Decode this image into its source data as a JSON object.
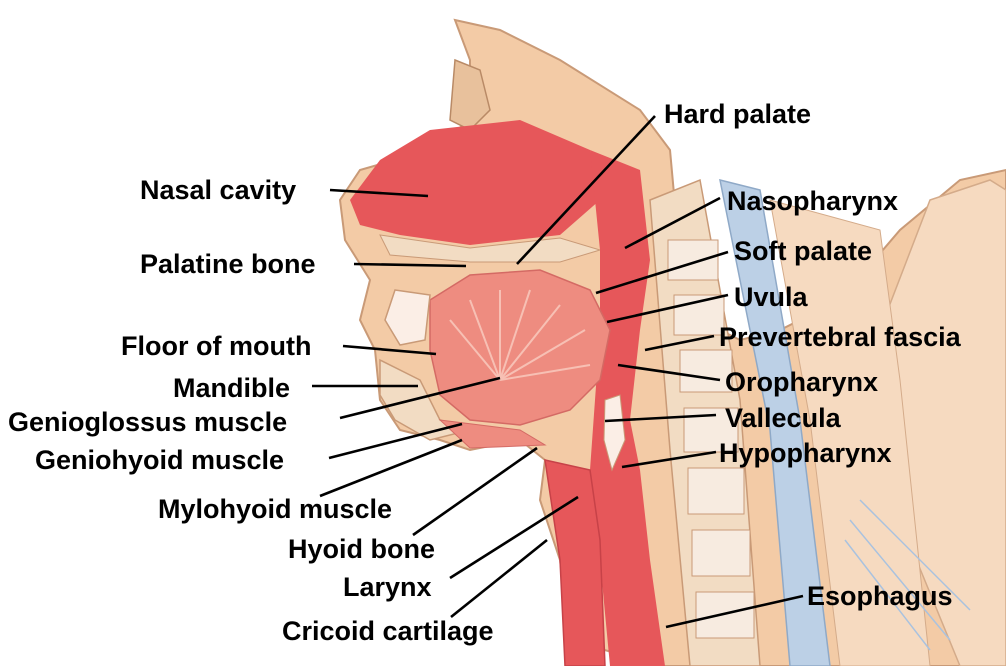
{
  "colors": {
    "background": "#ffffff",
    "skin": "#f3cba6",
    "skin_outline": "#c99a77",
    "airway": "#e6575a",
    "tissue": "#ee8c80",
    "bone": "#f2dcc3",
    "spine_disc": "#f7ebe0",
    "nerve_blue": "#bcd0e6",
    "label": "#000000"
  },
  "labels": {
    "nasal_cavity": "Nasal cavity",
    "palatine_bone": "Palatine bone",
    "floor_of_mouth": "Floor of mouth",
    "mandible": "Mandible",
    "genioglossus_muscle": "Genioglossus muscle",
    "geniohyoid_muscle": "Geniohyoid muscle",
    "mylohyoid_muscle": "Mylohyoid muscle",
    "hyoid_bone": "Hyoid bone",
    "larynx": "Larynx",
    "cricoid_cartilage": "Cricoid cartilage",
    "hard_palate": "Hard palate",
    "nasopharynx": "Nasopharynx",
    "soft_palate": "Soft palate",
    "uvula": "Uvula",
    "prevertebral_fascia": "Prevertebral fascia",
    "oropharynx": "Oropharynx",
    "vallecula": "Vallecula",
    "hypopharynx": "Hypopharynx",
    "esophagus": "Esophagus"
  }
}
